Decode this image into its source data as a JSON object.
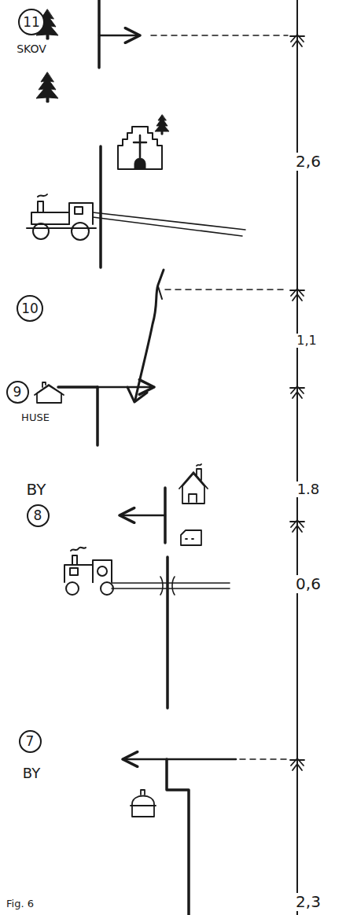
{
  "diagram": {
    "caption": "Fig. 6",
    "nodes": [
      {
        "text": [
          "11"
        ]
      },
      {
        "text": [
          "10"
        ]
      },
      {
        "text": [
          "9"
        ]
      },
      {
        "text": [
          "8"
        ]
      },
      {
        "text": [
          "7"
        ]
      }
    ],
    "edges": [],
    "labels": [
      "SKOV",
      "2,6",
      "1,1",
      "HUSE",
      "1.8",
      "BY",
      "0,6",
      "BY",
      "2,3"
    ]
  }
}
